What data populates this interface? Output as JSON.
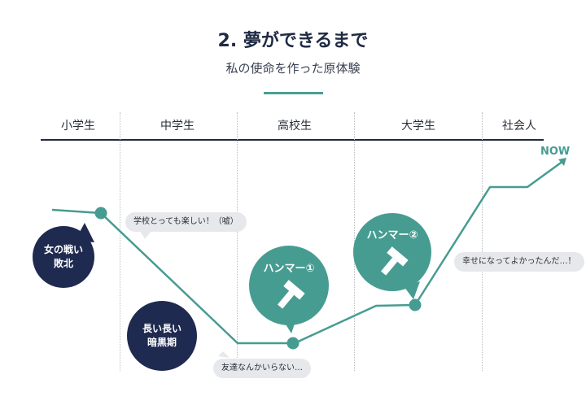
{
  "header": {
    "title": "2. 夢ができるまで",
    "subtitle": "私の使命を作った原体験"
  },
  "stages": [
    "小学生",
    "中学生",
    "高校生",
    "大学生",
    "社会人"
  ],
  "events": {
    "defeat": "女の戦い\n敗北",
    "dark_period": "長い長い\n暗黒期",
    "hammer1": "ハンマー①",
    "hammer2": "ハンマー②"
  },
  "bubbles": {
    "school_fun": "学校とっても楽しい！（嘘）",
    "no_friends": "友達なんかいらない…",
    "happy": "幸せになってよかったんだ…！"
  },
  "now_label": "NOW",
  "colors": {
    "navy": "#1e2a4f",
    "teal": "#479c91",
    "bubble": "#e6e8eb"
  }
}
